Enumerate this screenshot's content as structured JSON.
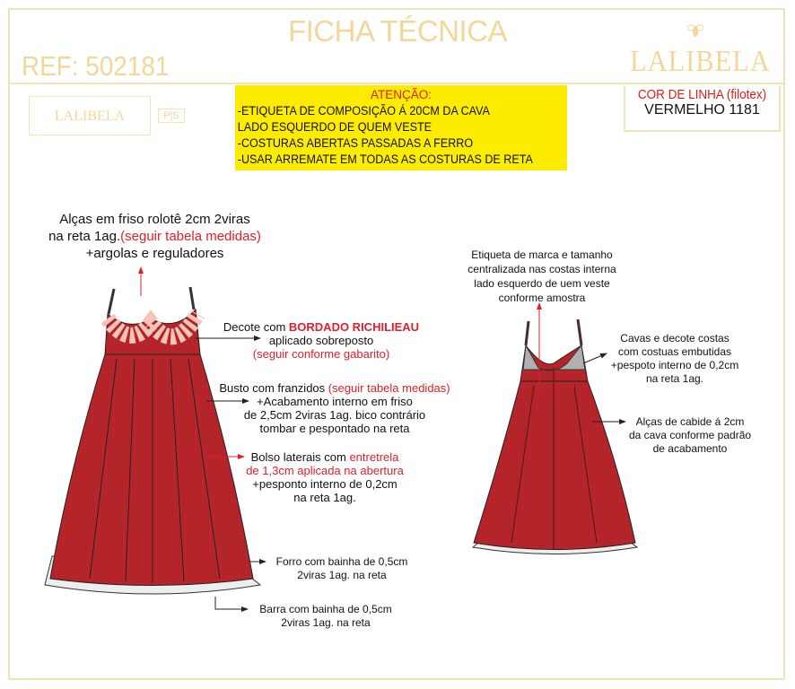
{
  "header": {
    "title": "FICHA TÉCNICA",
    "ref": "REF: 502181",
    "brand": "LALIBELA"
  },
  "label": {
    "brand": "LALIBELA",
    "size": "P|S"
  },
  "attention": {
    "heading": "ATENÇÃO:",
    "lines": [
      "-ETIQUETA DE COMPOSIÇÃO Á 20CM DA CAVA",
      "LADO ESQUERDO DE QUEM VESTE",
      "-COSTURAS ABERTAS PASSADAS A FERRO",
      "-USAR ARREMATE EM TODAS AS COSTURAS DE RETA"
    ]
  },
  "thread_color": {
    "heading": "COR DE LINHA (filotex)",
    "value": "VERMELHO 1181"
  },
  "front_notes": {
    "straps": {
      "l1": "Alças em friso rolotê 2cm 2viras",
      "l2a": "na reta 1ag.",
      "l2b": "(seguir tabela medidas)",
      "l3": "+argolas e reguladores"
    },
    "neckline": {
      "l1a": "Decote com ",
      "l1b": "BORDADO RICHILIEAU",
      "l2": "aplicado sobreposto",
      "l3": "(seguir conforme gabarito)"
    },
    "bust": {
      "l1a": "Busto com franzidos ",
      "l1b": "(seguir tabela medidas)",
      "l2": "+Acabamento interno em friso",
      "l3": "de 2,5cm 2viras 1ag. bico contrário",
      "l4": "tombar e pespontado na reta"
    },
    "pockets": {
      "l1a": "Bolso laterais com ",
      "l1b": "entretrela",
      "l2": "de 1,3cm aplicada na abertura",
      "l3": "+pesponto interno de 0,2cm",
      "l4": "na reta 1ag."
    },
    "lining": {
      "l1": "Forro com bainha de 0,5cm",
      "l2": "2viras 1ag. na reta"
    },
    "hem": {
      "l1": "Barra com bainha de 0,5cm",
      "l2": "2viras 1ag. na reta"
    }
  },
  "back_notes": {
    "label": {
      "l1": "Etiqueta de marca e tamanho",
      "l2": "centralizada nas costas interna",
      "l3": "lado esquerdo de uem veste",
      "l4": "conforme amostra"
    },
    "armholes": {
      "l1": "Cavas e decote costas",
      "l2": "com costuas embutidas",
      "l3": "+pespoto interno de 0,2cm",
      "l4": "na reta 1ag."
    },
    "hanger": {
      "l1": "Alças de cabide á 2cm",
      "l2": "da cava conforme padrão",
      "l3": "de acabamento"
    }
  },
  "colors": {
    "gold": "#f2d79b",
    "yellow": "#fdec00",
    "red": "#e0202a",
    "fabric": "#b8262b"
  }
}
